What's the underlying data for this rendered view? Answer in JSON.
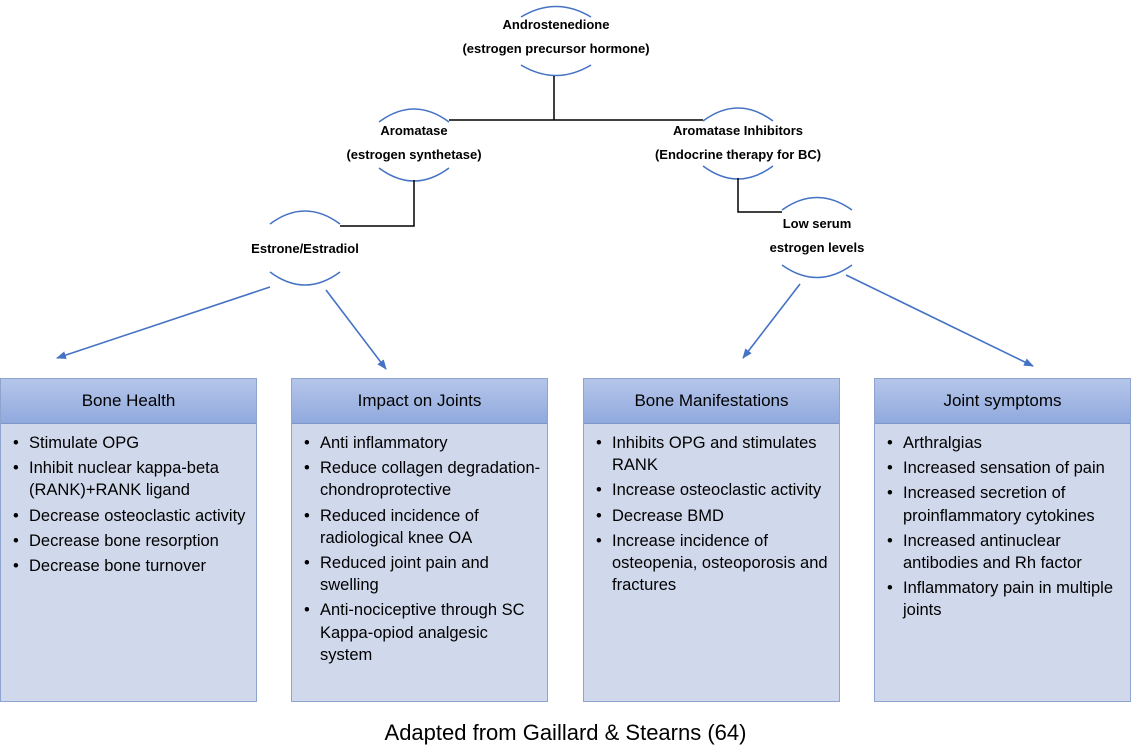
{
  "nodes": {
    "androstenedione": {
      "line1": "Androstenedione",
      "line2": "(estrogen precursor hormone)"
    },
    "aromatase": {
      "line1": "Aromatase",
      "line2": "(estrogen synthetase)"
    },
    "aromatase_inhibitors": {
      "line1": "Aromatase Inhibitors",
      "line2": "(Endocrine therapy for BC)"
    },
    "estrone": {
      "line1": "Estrone/Estradiol"
    },
    "low_estrogen": {
      "line1": "Low serum",
      "line2": "estrogen levels"
    }
  },
  "boxes": [
    {
      "title": "Bone Health",
      "items": [
        "Stimulate OPG",
        "Inhibit nuclear kappa-beta (RANK)+RANK ligand",
        "Decrease osteoclastic activity",
        "Decrease bone resorption",
        "Decrease bone turnover"
      ]
    },
    {
      "title": "Impact on Joints",
      "items": [
        "Anti inflammatory",
        "Reduce collagen degradation- chondroprotective",
        "Reduced incidence of radiological knee OA",
        "Reduced joint pain and swelling",
        "Anti-nociceptive through SC Kappa-opiod analgesic system"
      ]
    },
    {
      "title": "Bone Manifestations",
      "items": [
        "Inhibits OPG and stimulates RANK",
        "Increase osteoclastic activity",
        "Decrease BMD",
        "Increase incidence of osteopenia, osteoporosis and fractures"
      ]
    },
    {
      "title": "Joint symptoms",
      "items": [
        "Arthralgias",
        "Increased sensation of pain",
        "Increased secretion of proinflammatory cytokines",
        "Increased antinuclear antibodies and Rh factor",
        "Inflammatory pain in multiple joints"
      ]
    }
  ],
  "caption": "Adapted from Gaillard & Stearns (64)",
  "colors": {
    "line": "#4472c4",
    "box_body": "#d0d8eb",
    "box_header": "#9bb1e0"
  }
}
